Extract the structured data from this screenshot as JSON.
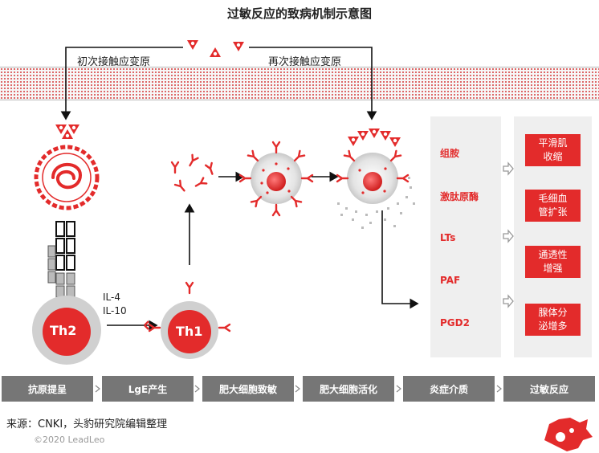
{
  "title": "过敏反应的致病机制示意图",
  "first_exposure": "初次接触应变原",
  "second_exposure": "再次接触应变原",
  "cells": {
    "th2": "Th2",
    "th1": "Th1"
  },
  "cytokines": [
    "IL-4",
    "IL-10"
  ],
  "mediators": [
    "组胺",
    "激肽原酶",
    "LTs",
    "PAF",
    "PGD2"
  ],
  "effects": [
    "平滑肌\n收缩",
    "毛细血\n管扩张",
    "通透性\n增强",
    "腺体分\n泌增多"
  ],
  "stages": [
    "抗原提呈",
    "LgE产生",
    "肥大细胞致敏",
    "肥大细胞活化",
    "炎症介质",
    "过敏反应"
  ],
  "source": "来源：CNKI，头豹研究院编辑整理",
  "copyright": "©2020 LeadLeo",
  "colors": {
    "accent": "#e32b2b",
    "stage_bar": "#767676",
    "panel": "#efefef"
  },
  "icons": [
    "allergen-triangle-icon",
    "logo-icon"
  ]
}
